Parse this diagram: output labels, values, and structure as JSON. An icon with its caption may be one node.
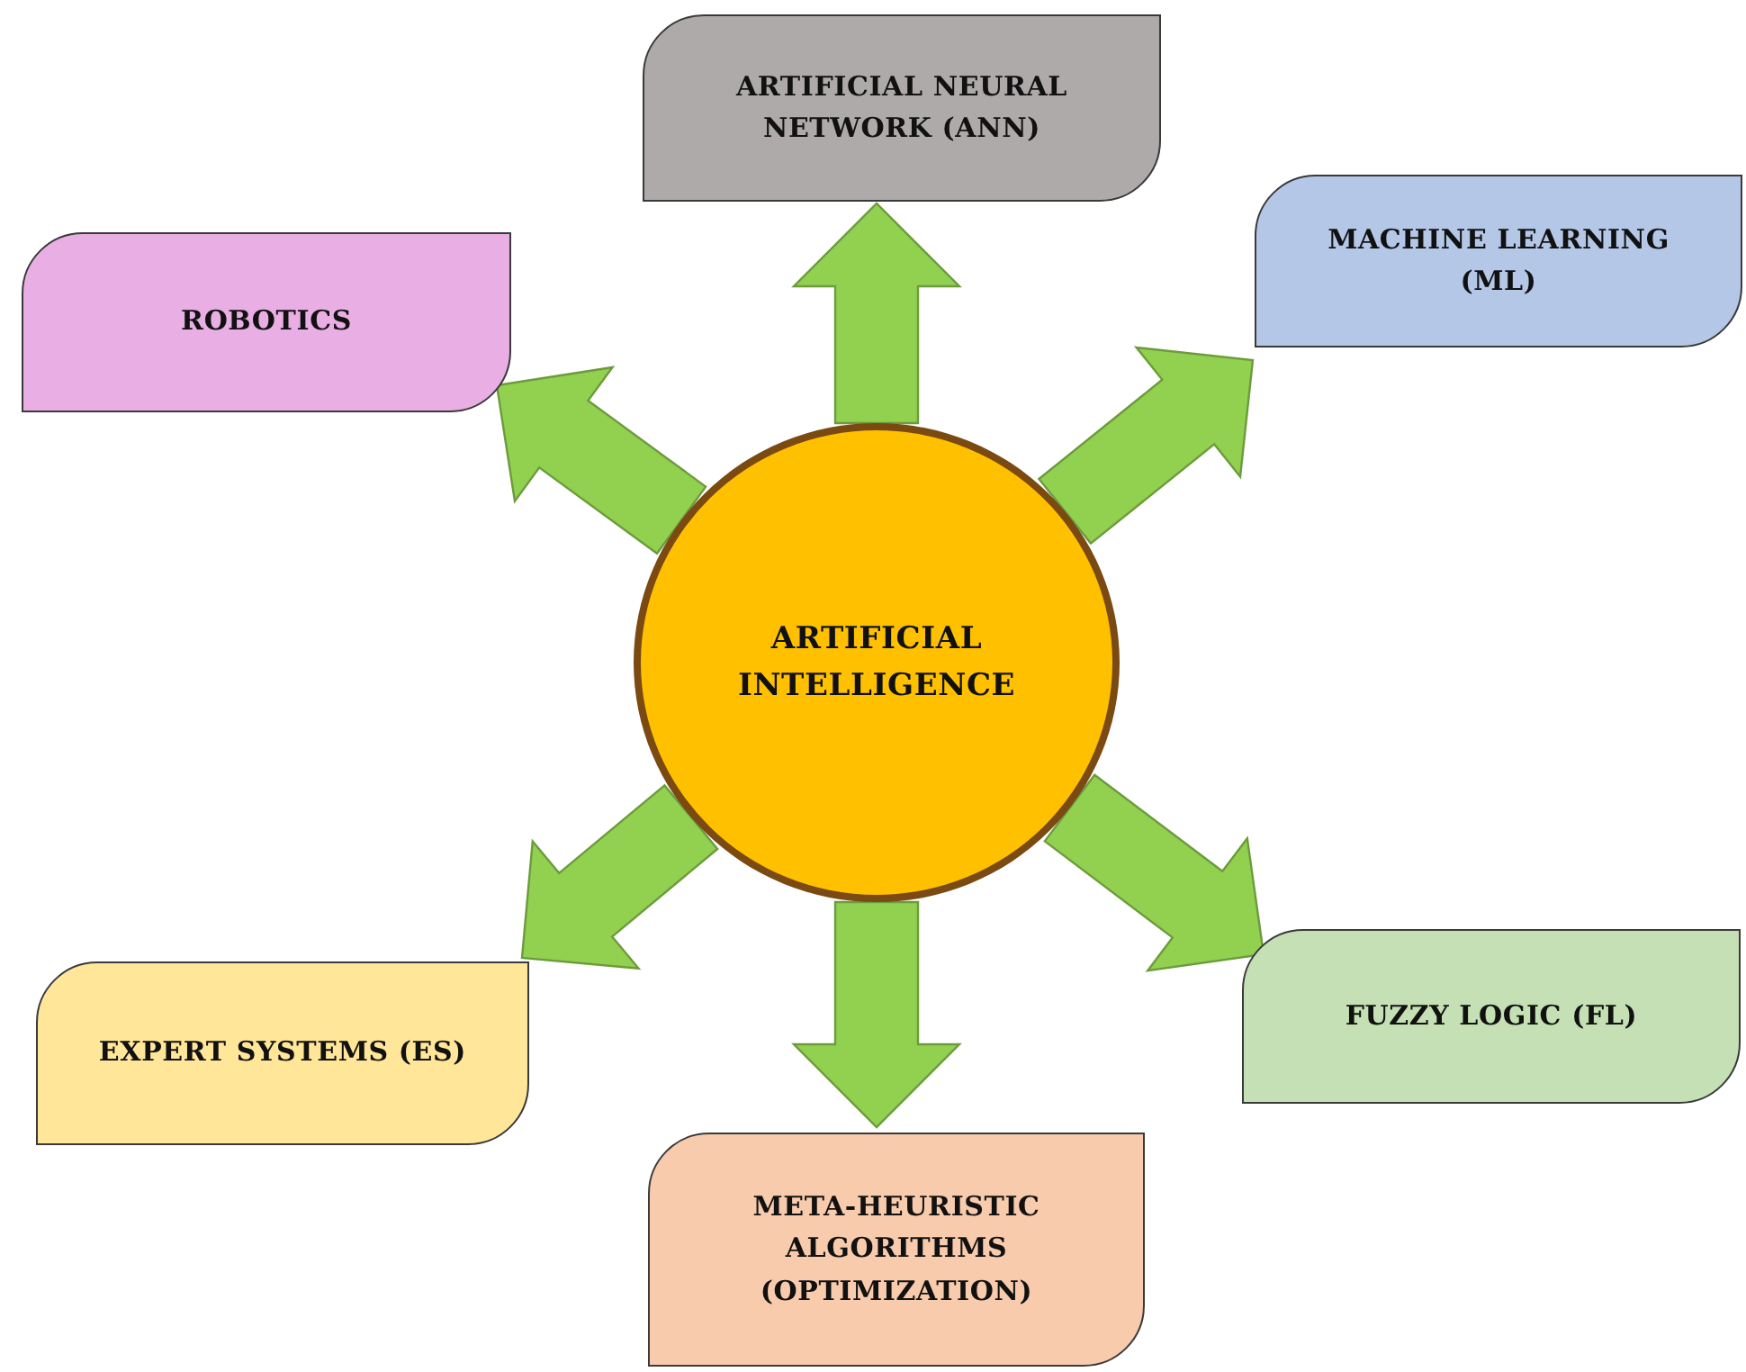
{
  "diagram": {
    "nodes": [
      {
        "text": [
          "ARTIFICIAL NEURAL NETWORK (ANN)"
        ]
      },
      {
        "text": [
          "MACHINE LEARNING (ML)"
        ]
      },
      {
        "text": [
          "ROBOTICS"
        ]
      },
      {
        "text": [
          "ARTIFICIAL INTELLIGENCE"
        ]
      },
      {
        "text": [
          "FUZZY LOGIC (FL)"
        ]
      },
      {
        "text": [
          "EXPERT SYSTEMS (ES)"
        ]
      },
      {
        "text": [
          "META-HEURISTIC ALGORITHMS (OPTIMIZATION)"
        ]
      }
    ],
    "edges": [
      {
        "from": 3,
        "to": 0,
        "arrow": "to"
      },
      {
        "from": 3,
        "to": 1,
        "arrow": "to"
      },
      {
        "from": 3,
        "to": 2,
        "arrow": "to"
      },
      {
        "from": 3,
        "to": 4,
        "arrow": "to"
      },
      {
        "from": 3,
        "to": 5,
        "arrow": "to"
      },
      {
        "from": 3,
        "to": 6,
        "arrow": "to"
      }
    ]
  }
}
